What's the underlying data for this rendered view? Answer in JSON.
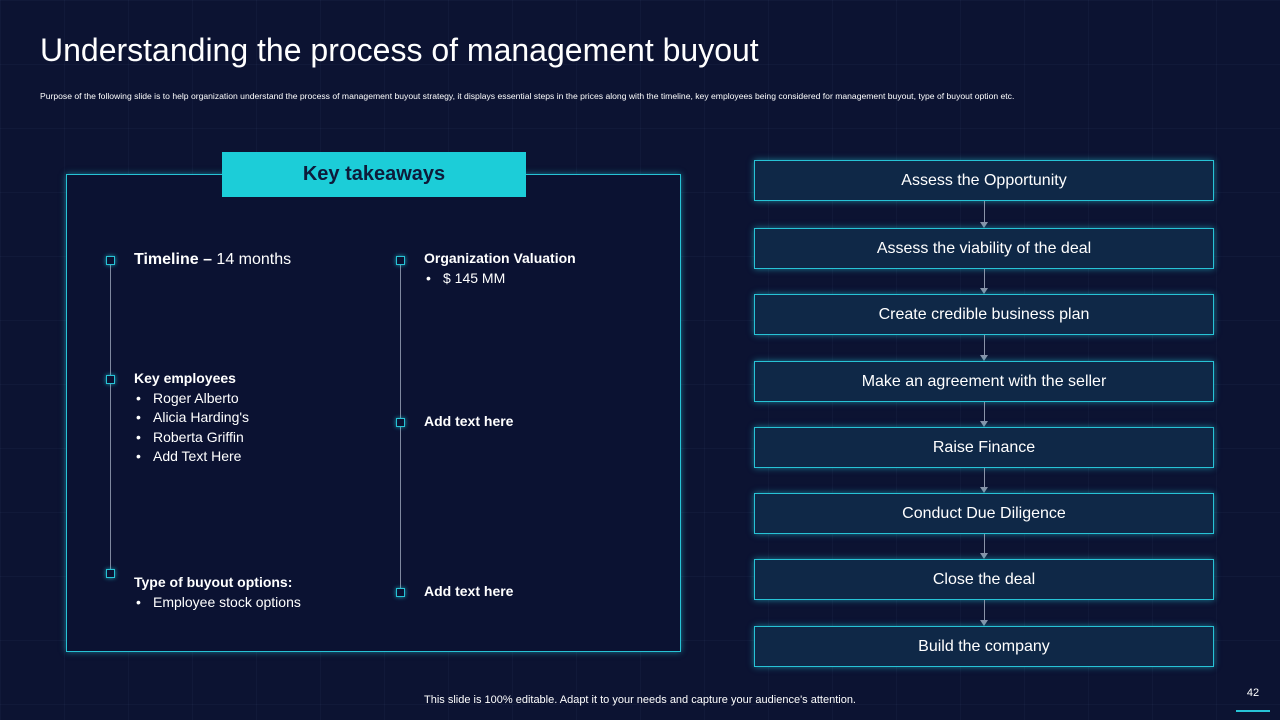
{
  "slide": {
    "title": "Understanding  the process of management buyout",
    "subtitle": "Purpose of the following slide is to help organization understand the process of management buyout strategy, it displays essential steps in the prices along with the timeline, key employees being considered for management buyout, type of buyout option etc.",
    "footer_note": "This slide is 100% editable. Adapt it to your needs and capture your audience's attention.",
    "page_number": "42"
  },
  "takeaways": {
    "header": "Key takeaways",
    "timeline": {
      "label": "Timeline –",
      "value": " 14 months"
    },
    "key_employees": {
      "heading": "Key employees",
      "items": [
        "Roger Alberto",
        "Alicia Harding's",
        "Roberta Griffin",
        "Add Text Here"
      ]
    },
    "buyout_options": {
      "heading": "Type of buyout options:",
      "items": [
        "Employee stock options"
      ]
    },
    "valuation": {
      "heading": "Organization Valuation",
      "items": [
        "$ 145 MM"
      ]
    },
    "placeholder_1": "Add text here",
    "placeholder_2": "Add text here"
  },
  "process_steps": [
    "Assess the Opportunity",
    "Assess the viability of the deal",
    "Create credible business plan",
    "Make an agreement with the seller",
    "Raise Finance",
    "Conduct Due Diligence",
    "Close the deal",
    "Build the company"
  ],
  "colors": {
    "background": "#0c1332",
    "accent": "#1ccdd8",
    "step_fill": "#0f2847"
  }
}
